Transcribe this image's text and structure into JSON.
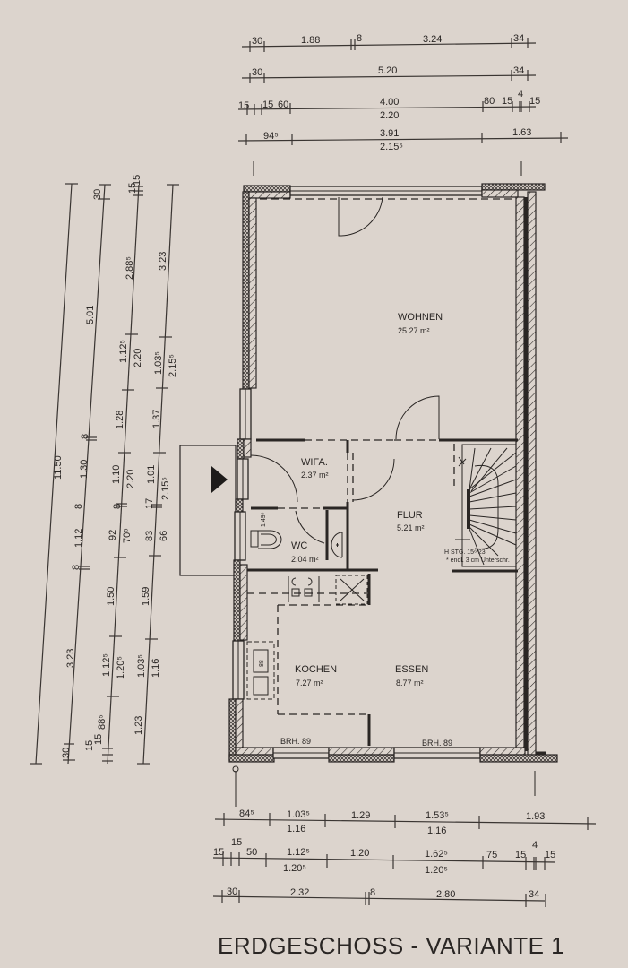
{
  "title": "ERDGESCHOSS - VARIANTE 1",
  "rooms": {
    "wohnen": {
      "name": "WOHNEN",
      "area": "25.27 m²"
    },
    "wifa": {
      "name": "WIFA.",
      "area": "2.37 m²"
    },
    "wc": {
      "name": "WC",
      "area": "2.04 m²"
    },
    "flur": {
      "name": "FLUR",
      "area": "5.21 m²"
    },
    "kochen": {
      "name": "KOCHEN",
      "area": "7.27 m²"
    },
    "essen": {
      "name": "ESSEN",
      "area": "8.77 m²"
    }
  },
  "annotations": {
    "stair_line1": "H STG. 15⁶/23",
    "stair_line2": "* endl. 3 cm Unterschr.",
    "brh_left": "BRH. 89",
    "brh_right": "BRH. 89",
    "wc_dim": "1.49⁵",
    "fridge_dim": "88"
  },
  "top_dims": {
    "row1": [
      "30",
      "1.88",
      "8",
      "3.24",
      "34"
    ],
    "row2": [
      "30",
      "5.20",
      "34"
    ],
    "row3": [
      "15",
      "15",
      "60",
      "4.00",
      "2.20",
      "80",
      "15",
      "4",
      "15"
    ],
    "row4": [
      "94⁵",
      "3.91",
      "2.15⁵",
      "1.63"
    ]
  },
  "bottom_dims": {
    "row1": [
      "84⁵",
      "1.03⁵",
      "1.16",
      "1.29",
      "1.53⁵",
      "1.16",
      "1.93"
    ],
    "row2": [
      "15",
      "15",
      "50",
      "1.12⁵",
      "1.20⁵",
      "1.20",
      "1.62⁵",
      "1.20⁵",
      "75",
      "15",
      "4",
      "15"
    ],
    "row3": [
      "30",
      "2.32",
      "8",
      "2.80",
      "34"
    ]
  },
  "left_dims": {
    "col1": [
      "11.50"
    ],
    "col2": [
      "30",
      "5.01",
      "8",
      "1.30",
      "8",
      "1.12",
      "8",
      "3.23",
      "30"
    ],
    "col3": [
      "15",
      "15",
      "2.88⁵",
      "1.12⁵",
      "2.20",
      "1.28",
      "1.10",
      "2.20",
      "8",
      "92",
      "70⁵",
      "1.50",
      "1.12⁵",
      "1.20⁵",
      "88⁵",
      "15",
      "15"
    ],
    "col4": [
      "3.23",
      "1.03⁵",
      "2.15⁵",
      "1.37",
      "1.01",
      "2.15⁵",
      "17",
      "83",
      "66",
      "1.59",
      "1.03⁵",
      "1.16",
      "1.23"
    ]
  }
}
